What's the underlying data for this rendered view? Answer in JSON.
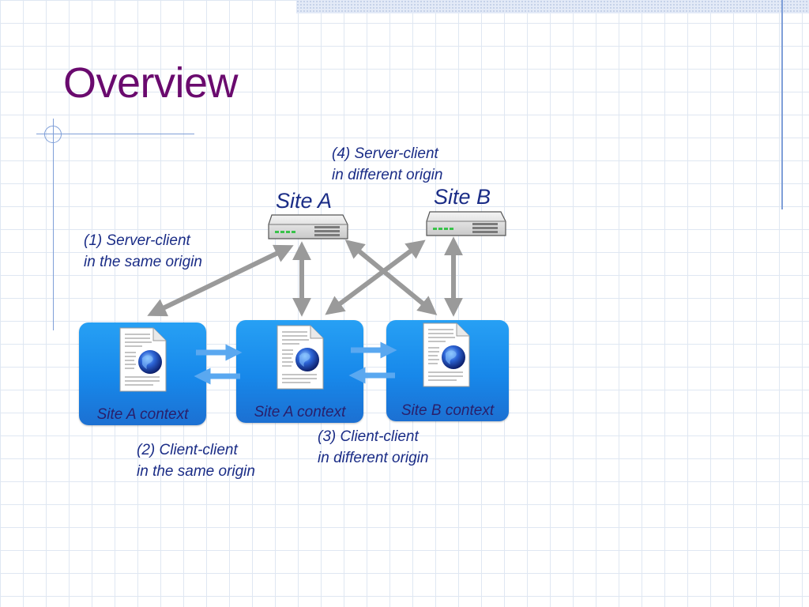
{
  "slide": {
    "title": "Overview"
  },
  "servers": {
    "site_a": "Site A",
    "site_b": "Site B"
  },
  "contexts": [
    {
      "label": "Site A context"
    },
    {
      "label": "Site A context"
    },
    {
      "label": "Site B context"
    }
  ],
  "annotations": {
    "server_client_same": {
      "line1": "(1)  Server-client",
      "line2": "in the same origin"
    },
    "client_client_same": {
      "line1": "(2) Client-client",
      "line2": "in the same origin"
    },
    "client_client_diff": {
      "line1": "(3) Client-client",
      "line2": "in different origin"
    },
    "server_client_diff": {
      "line1": "(4) Server-client",
      "line2": "in different origin"
    }
  },
  "colors": {
    "title": "#6a0a6e",
    "label": "#1a2c86",
    "context_box": "#1788ea",
    "server_arrow": "#9a9a9a",
    "client_arrow": "#5aa8f0"
  },
  "icons": {
    "server": "server-icon",
    "document": "web-document-icon",
    "globe": "globe-icon"
  }
}
